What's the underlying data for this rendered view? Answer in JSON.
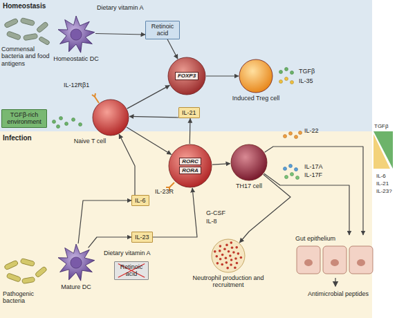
{
  "diagram": {
    "nodes": [
      {
        "text": [
          "Homeostatic DC"
        ]
      },
      {
        "text": [
          "Retinoic acid"
        ]
      },
      {
        "text": [
          "FOXP3"
        ]
      },
      {
        "text": [
          "Induced Treg cell"
        ]
      },
      {
        "text": [
          "Naive T cell"
        ]
      },
      {
        "text": [
          "TGFβ-rich environment"
        ]
      },
      {
        "text": [
          "IL-21"
        ]
      },
      {
        "text": [
          "RORC",
          "RORA"
        ]
      },
      {
        "text": [
          "TH17 cell"
        ]
      },
      {
        "text": [
          "IL-6"
        ]
      },
      {
        "text": [
          "IL-23"
        ]
      },
      {
        "text": [
          "Mature DC"
        ]
      },
      {
        "text": [
          "Retinoic acid"
        ]
      },
      {
        "text": [
          "Neutrophil production and recruitment"
        ]
      },
      {
        "text": [
          "Gut epithelium"
        ]
      }
    ],
    "edges": [
      {
        "from": 0,
        "to": 1,
        "arrow": "to"
      },
      {
        "from": 1,
        "to": 2,
        "arrow": "to"
      },
      {
        "from": 4,
        "to": 2,
        "arrow": "to"
      },
      {
        "from": 2,
        "to": 3,
        "arrow": "to"
      },
      {
        "from": 4,
        "to": 7,
        "arrow": "to"
      },
      {
        "from": 7,
        "to": 6,
        "arrow": "to"
      },
      {
        "from": 6,
        "to": 4,
        "arrow": "to"
      },
      {
        "from": 7,
        "to": 8,
        "arrow": "to"
      },
      {
        "from": 11,
        "to": 9,
        "arrow": "to"
      },
      {
        "from": 9,
        "to": 4,
        "arrow": "to"
      },
      {
        "from": 11,
        "to": 10,
        "arrow": "to"
      },
      {
        "from": 10,
        "to": 7,
        "arrow": "to"
      },
      {
        "from": 8,
        "to": 13,
        "arrow": "to"
      },
      {
        "from": 8,
        "to": 14,
        "arrow": "to"
      },
      {
        "from": 8,
        "to": 14,
        "arrow": "to"
      }
    ],
    "labels": [
      "Homeostasis",
      "Infection",
      "Dietary vitamin A",
      "Commensal bacteria and food antigens",
      "IL-12Rβ1",
      "TGFβ",
      "IL-35",
      "IL-23R",
      "IL-22",
      "IL-17A",
      "IL-17F",
      "G-CSF",
      "IL-8",
      "Dietary vitamin A",
      "Pathogenic bacteria",
      "Antimicrobial peptides",
      "TGFβ",
      "IL-6",
      "IL-21",
      "IL-23?"
    ]
  }
}
